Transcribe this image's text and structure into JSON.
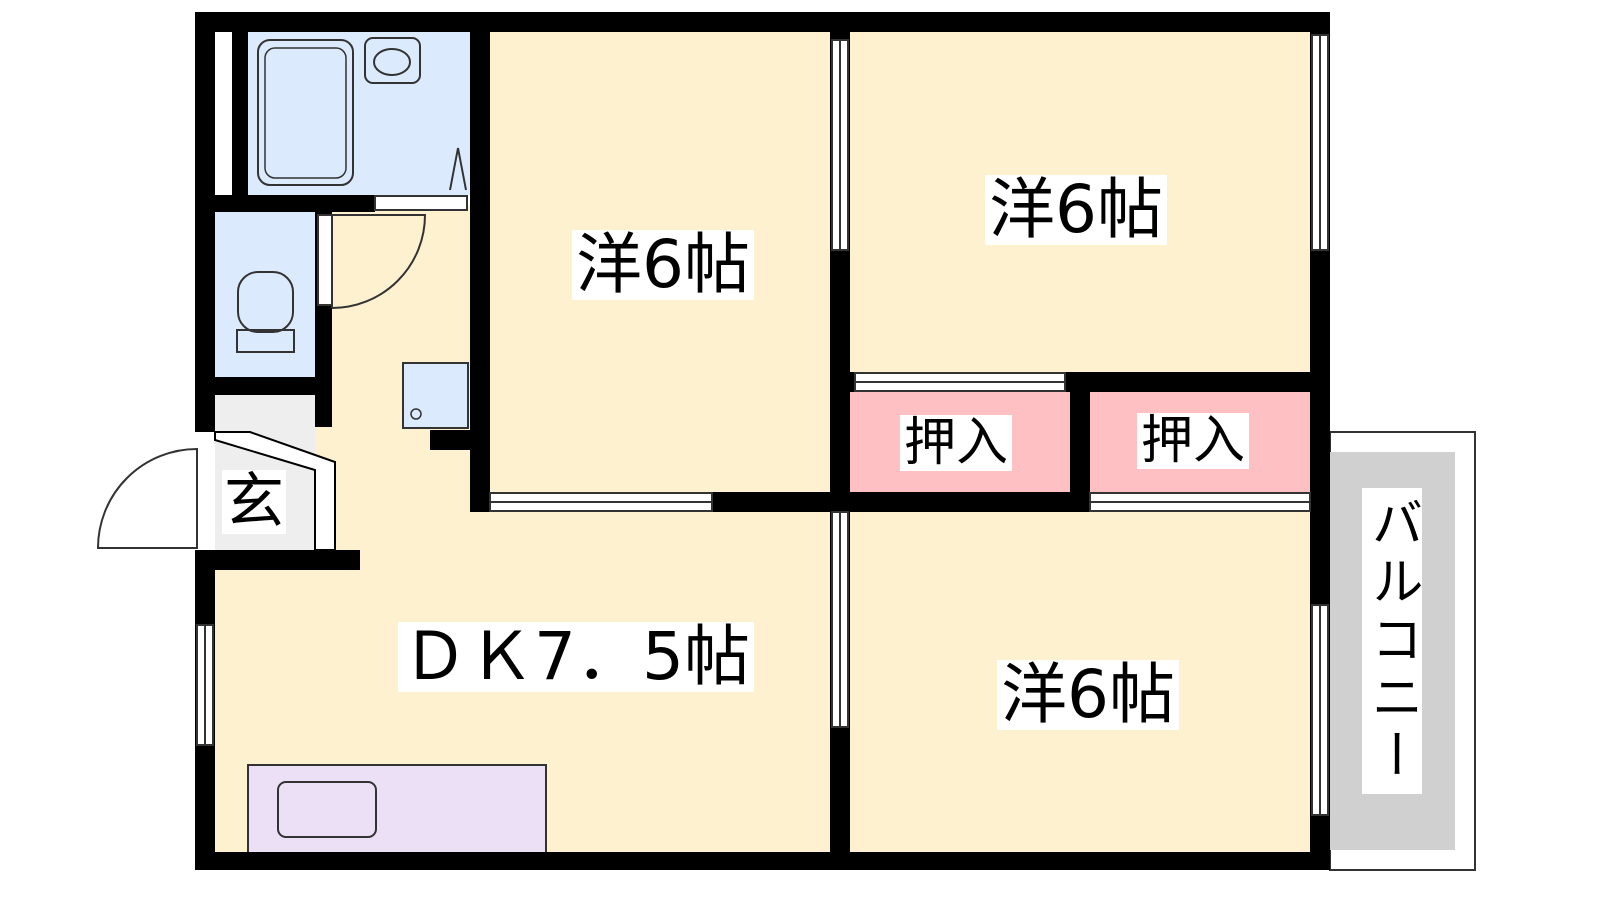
{
  "rooms": {
    "western_1": {
      "label": "洋6帖"
    },
    "western_2": {
      "label": "洋6帖"
    },
    "western_3": {
      "label": "洋6帖"
    },
    "dk": {
      "label": "ＤＫ7．5帖"
    },
    "closet_1": {
      "label": "押入"
    },
    "closet_2": {
      "label": "押入"
    },
    "entrance": {
      "label": "玄"
    },
    "balcony": {
      "label": "バルコニー"
    }
  },
  "colors": {
    "floor": "#fdf1d0",
    "wet_area": "#dbeafd",
    "closet": "#ffc0c4",
    "kitchen": "#ece0f6",
    "balcony": "#d0d0d0",
    "wall": "#000000"
  }
}
